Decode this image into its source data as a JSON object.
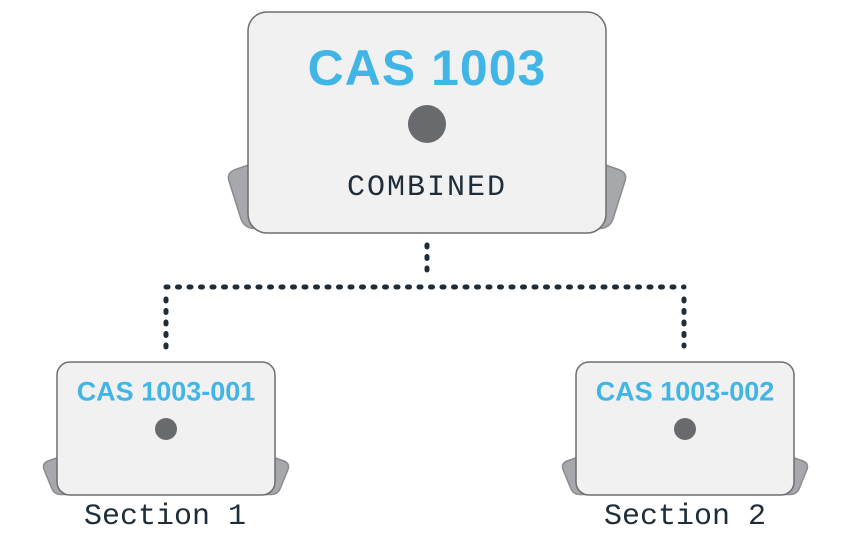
{
  "diagram": {
    "combined_course": {
      "code": "CAS 1003",
      "label": "COMBINED"
    },
    "sections": [
      {
        "code": "CAS 1003-001",
        "label": "Section 1"
      },
      {
        "code": "CAS 1003-002",
        "label": "Section 2"
      }
    ],
    "connector_style": "dotted",
    "colors": {
      "course_code_text": "#41b6e6",
      "typewriter_text": "#1e2d38",
      "connector_dots": "#1e2d38",
      "laptop_screen_fill": "#f1f1f2",
      "laptop_screen_border": "#6d6e70",
      "laptop_hinge_fill": "#a6a8ab",
      "laptop_hinge_border": "#8a8c8f",
      "webcam_dot": "#696a6d",
      "background": "#ffffff"
    }
  }
}
